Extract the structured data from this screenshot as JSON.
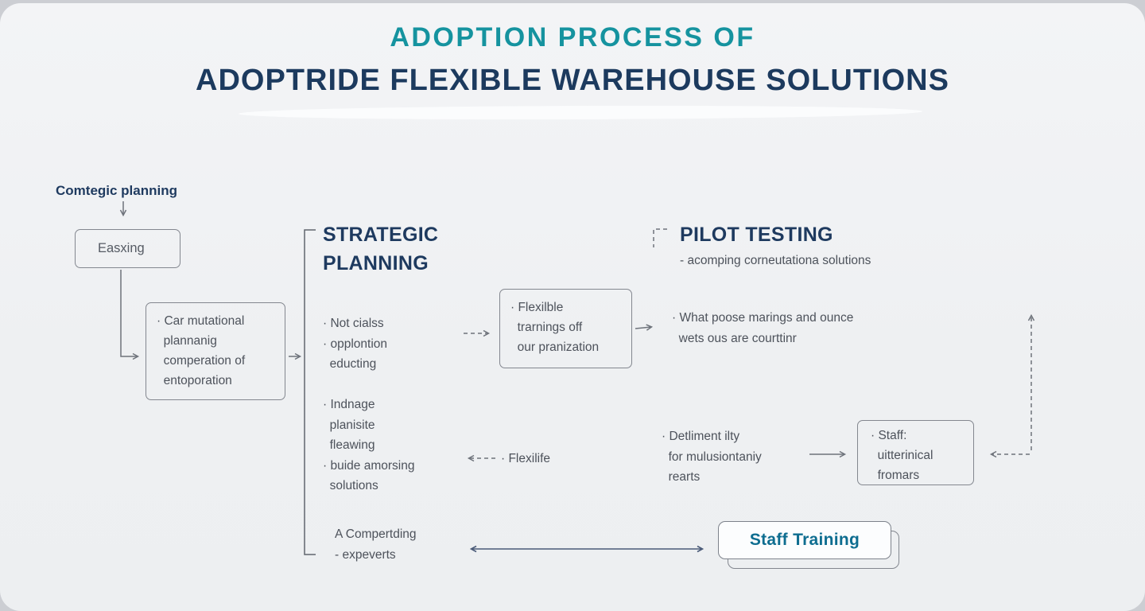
{
  "title": {
    "line1": "ADOPTION PROCESS OF",
    "line2": "ADOPTRIDE FLEXIBLE WAREHOUSE SOLUTIONS"
  },
  "labels": {
    "top_left": "Comtegic planning",
    "flexilife": "· Flexilife",
    "comperting": "A Compertding\n- expeverts"
  },
  "boxes": {
    "start": "Easxing",
    "mutational": "· Car mutational\n  plannanig\n  comperation of\n  entoporation",
    "flexible": "· Flexilble\n  trarnings off\n  our pranization",
    "staff": "· Staff:\n  uitterinical\n  fromars",
    "staff_training": "Staff Training"
  },
  "sections": {
    "strategic": {
      "heading": "STRATEGIC\nPLANNING",
      "bullets": "· Not cialss\n· opplontion\n  educting\n\n· Indnage\n  planisite\n  fleawing\n· buide amorsing\n  solutions"
    },
    "pilot": {
      "heading": "PILOT TESTING",
      "subtitle": "- acomping corneutationa solutions",
      "item1": "· What poose marings and ounce\n  wets ous are courttinr",
      "item2": "· Detliment ilty\n  for mulusiontaniy\n  rearts"
    }
  },
  "colors": {
    "title_teal": "#15939f",
    "title_navy": "#1c3a5e",
    "heading_navy": "#1e3a5f",
    "body_text": "#4d525b",
    "box_border": "#83878f",
    "arrow_gray": "#6e737b",
    "arrow_navy": "#4a5a78",
    "staff_training_text": "#0e6d90",
    "background": "#eef0f2"
  }
}
